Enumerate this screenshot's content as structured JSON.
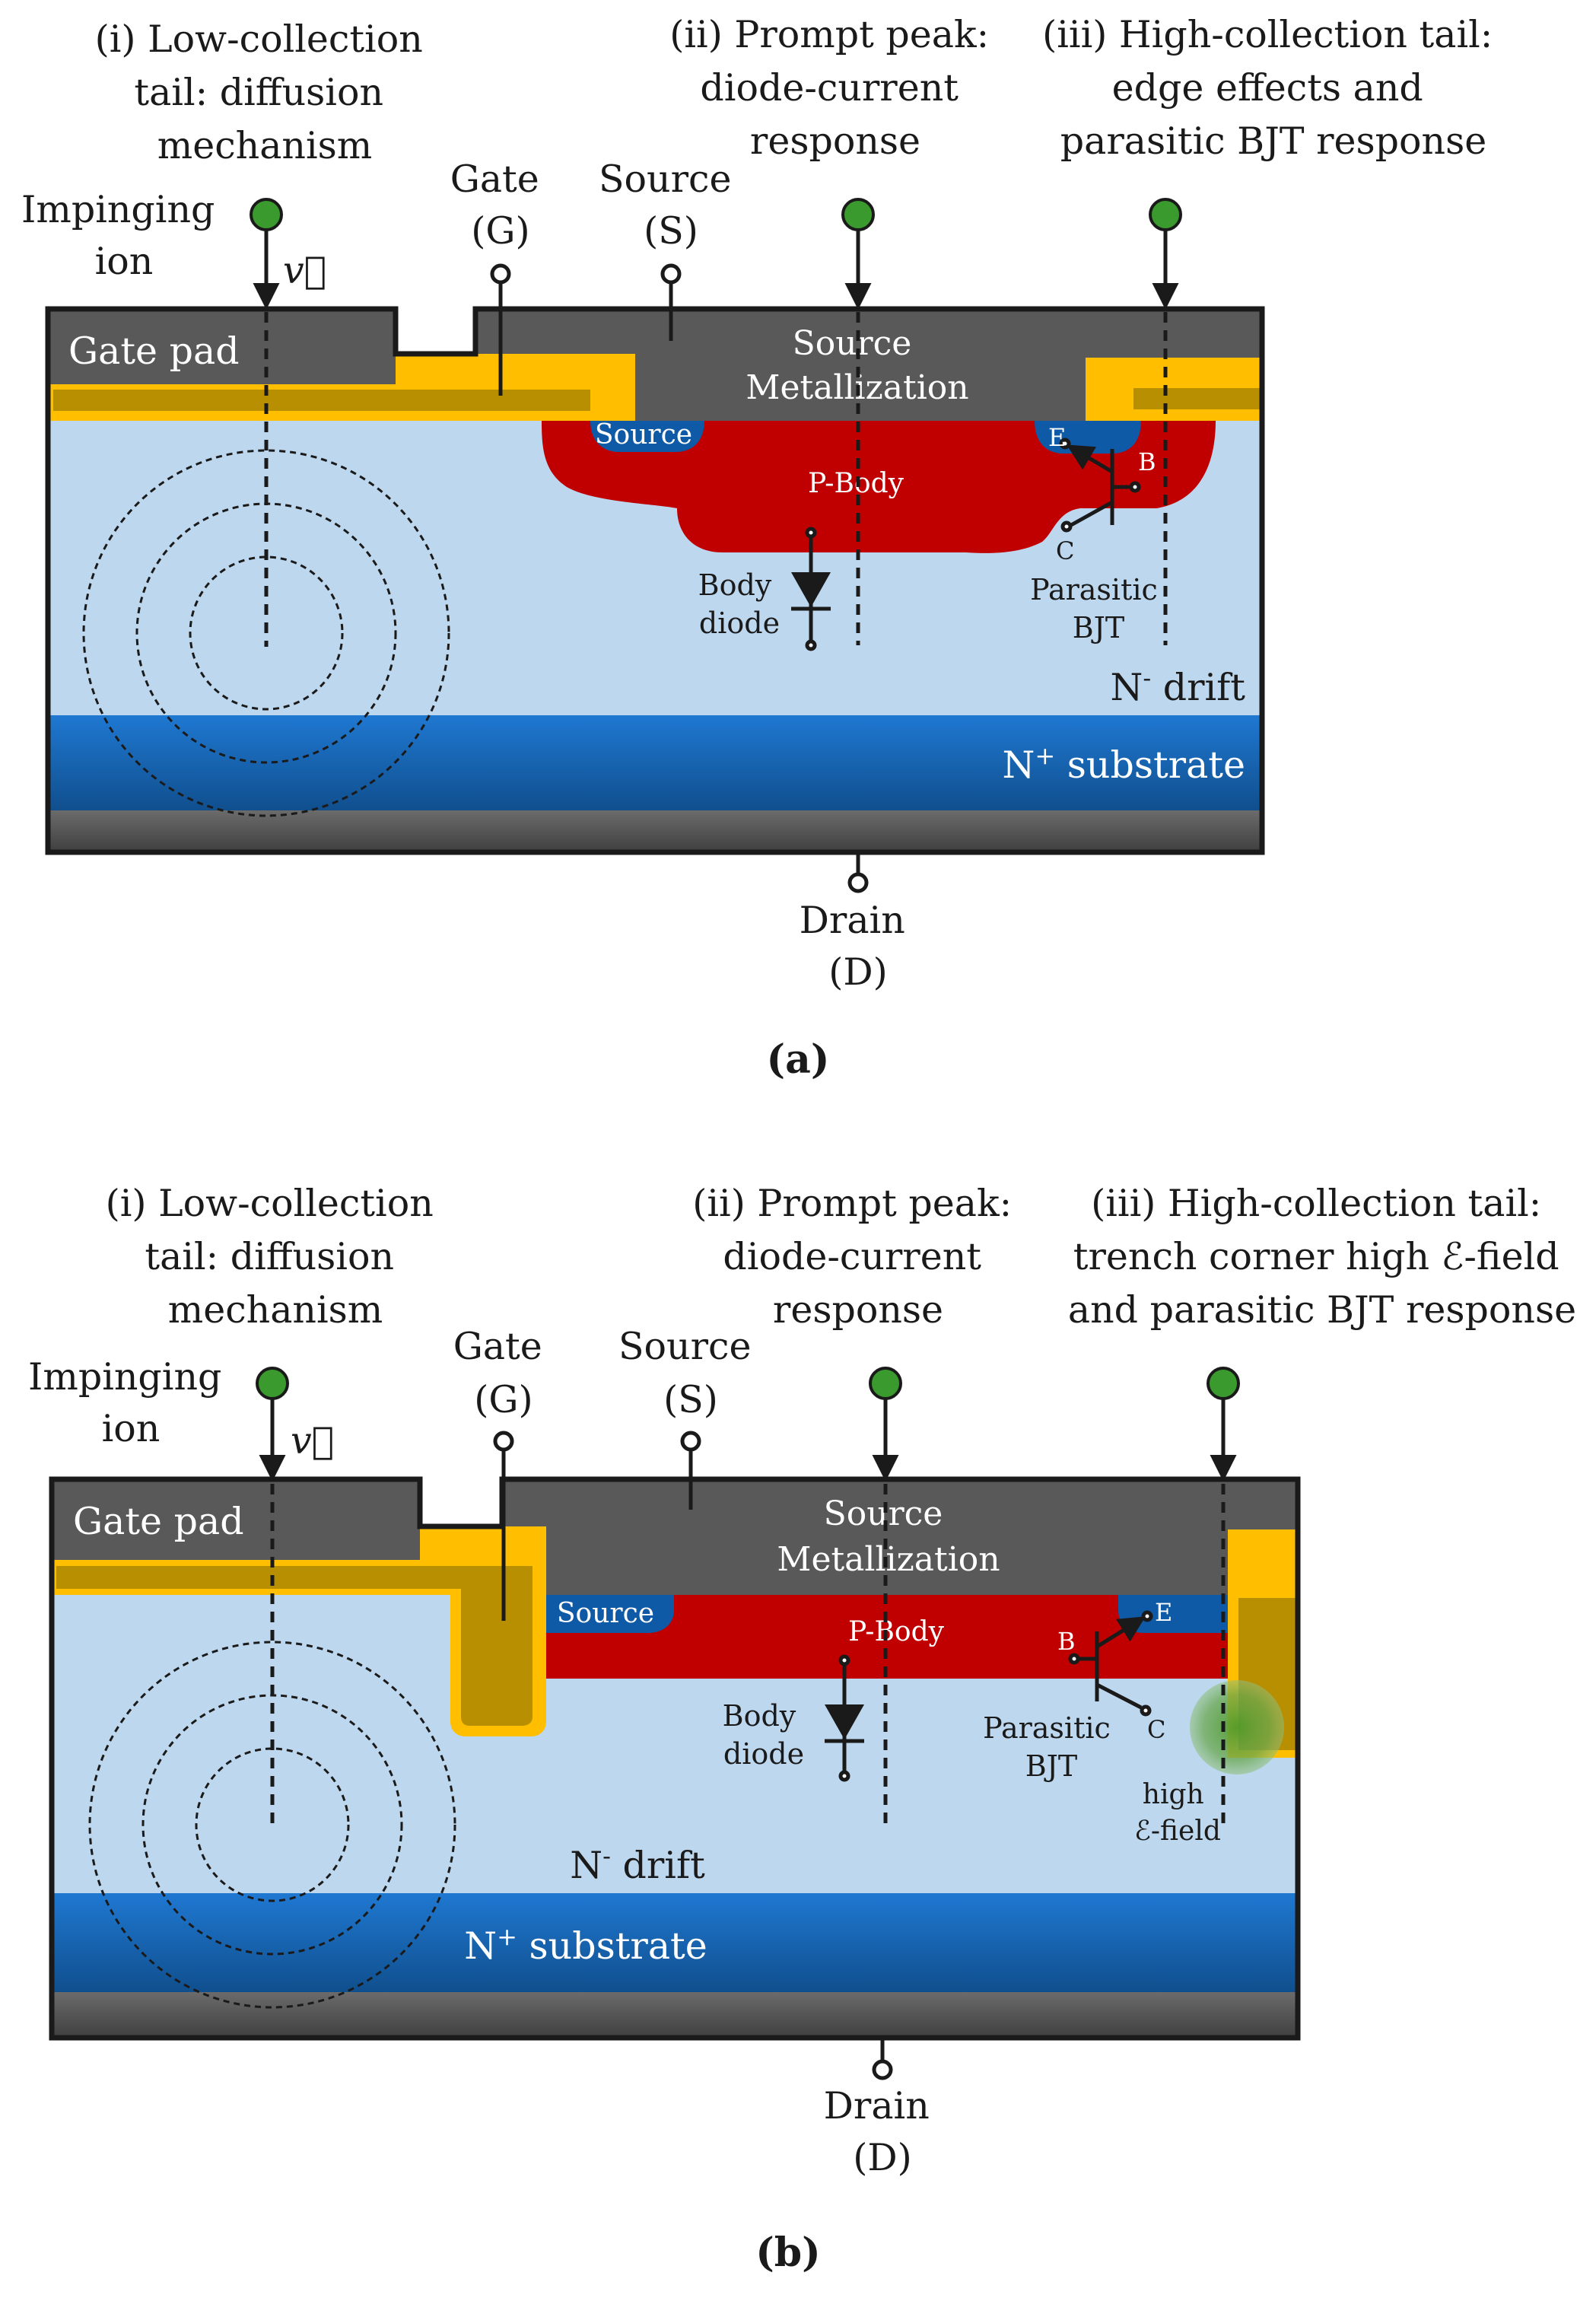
{
  "colors": {
    "metal": "#595959",
    "oxide": "#ffbf00",
    "poly": "#b88f00",
    "n_drift": "#bdd7ee",
    "p_body": "#c00000",
    "n_source": "#0f5aa6",
    "substrate_top": "#1f78d1",
    "substrate_bottom": "#104f8e",
    "ion": "#3a9a2e",
    "efield": "#6aa84f"
  },
  "icons": {
    "ion": "green-circle-icon",
    "terminal": "open-circle-terminal-icon",
    "diode": "diode-symbol-icon",
    "bjt": "npn-transistor-symbol-icon",
    "velocity": "velocity-vector-icon"
  },
  "panels": [
    {
      "label": "(a)",
      "annotations": {
        "low": [
          "(i) Low-collection",
          "tail: diffusion",
          "mechanism"
        ],
        "prompt": [
          "(ii) Prompt peak:",
          "diode-current",
          "response"
        ],
        "high": [
          "(iii) High-collection tail:",
          "edge effects and",
          "parasitic BJT response"
        ]
      },
      "impinging": [
        "Impinging",
        "ion"
      ],
      "velocity": "v⃗",
      "gate": [
        "Gate",
        "(G)"
      ],
      "source": [
        "Source",
        "(S)"
      ],
      "drain": [
        "Drain",
        "(D)"
      ],
      "gate_pad": "Gate pad",
      "source_metal": [
        "Source",
        "Metallization"
      ],
      "source_region": "Source",
      "p_body": "P-Body",
      "body_diode": [
        "Body",
        "diode"
      ],
      "bjt": [
        "Parasitic",
        "BJT"
      ],
      "bjt_terminals": {
        "e": "E",
        "b": "B",
        "c": "C"
      },
      "n_drift": "N",
      "n_drift_sup": "-",
      "n_drift_rest": " drift",
      "substrate": "N",
      "substrate_sup": "+",
      "substrate_rest": " substrate"
    },
    {
      "label": "(b)",
      "annotations": {
        "low": [
          "(i) Low-collection",
          "tail: diffusion",
          "mechanism"
        ],
        "prompt": [
          "(ii) Prompt peak:",
          "diode-current",
          "response"
        ],
        "high": [
          "(iii) High-collection tail:",
          "trench corner high ℰ-field",
          "and parasitic BJT response"
        ]
      },
      "impinging": [
        "Impinging",
        "ion"
      ],
      "velocity": "v⃗",
      "gate": [
        "Gate",
        "(G)"
      ],
      "source": [
        "Source",
        "(S)"
      ],
      "drain": [
        "Drain",
        "(D)"
      ],
      "gate_pad": "Gate pad",
      "source_metal": [
        "Source",
        "Metallization"
      ],
      "source_region": "Source",
      "p_body": "P-Body",
      "body_diode": [
        "Body",
        "diode"
      ],
      "bjt": [
        "Parasitic",
        "BJT"
      ],
      "bjt_terminals": {
        "e": "E",
        "b": "B",
        "c": "C"
      },
      "efield": [
        "high",
        "ℰ-field"
      ],
      "n_drift": "N",
      "n_drift_sup": "-",
      "n_drift_rest": " drift",
      "substrate": "N",
      "substrate_sup": "+",
      "substrate_rest": " substrate"
    }
  ]
}
